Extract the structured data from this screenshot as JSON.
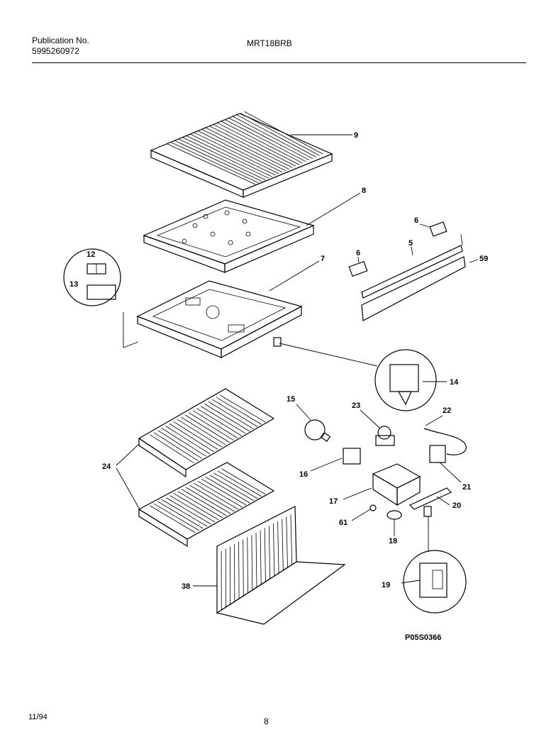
{
  "header": {
    "publication_label": "Publication No.",
    "publication_number": "5995260972",
    "model": "MRT18BRB"
  },
  "footer": {
    "date": "11/94",
    "page": "8"
  },
  "drawing_code": "P05S0366",
  "callouts": {
    "c9": "9",
    "c8": "8",
    "c7": "7",
    "c6a": "6",
    "c6b": "6",
    "c5": "5",
    "c59": "59",
    "c12": "12",
    "c13": "13",
    "c14": "14",
    "c15": "15",
    "c23": "23",
    "c22": "22",
    "c24": "24",
    "c16": "16",
    "c21": "21",
    "c17": "17",
    "c20": "20",
    "c61": "61",
    "c18": "18",
    "c38": "38",
    "c19": "19"
  }
}
